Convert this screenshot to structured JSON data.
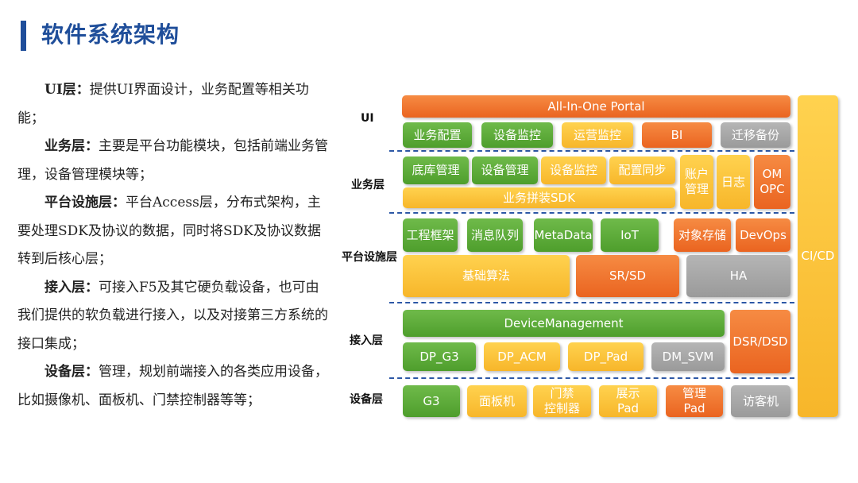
{
  "title": "软件系统架构",
  "description": [
    {
      "label": "UI层：",
      "text": "提供UI界面设计，业务配置等相关功能；"
    },
    {
      "label": "业务层：",
      "text": "主要是平台功能模块，包括前端业务管理，设备管理模块等；"
    },
    {
      "label": "平台设施层：",
      "text": "平台Access层，分布式架构，主要处理SDK及协议的数据，同时将SDK及协议数据转到后核心层；"
    },
    {
      "label": "接入层：",
      "text": "可接入F5及其它硬负载设备，也可由我们提供的软负载进行接入，以及对接第三方系统的接口集成；"
    },
    {
      "label": "设备层：",
      "text": "管理，规划前端接入的各类应用设备，比如摄像机、面板机、门禁控制器等等；"
    }
  ],
  "layers": {
    "ui": "UI",
    "business": "业务层",
    "platform": "平台设施层",
    "access": "接入层",
    "device": "设备层"
  },
  "boxes": {
    "portal": "All-In-One Portal",
    "ui_config": "业务配置",
    "ui_monitor": "设备监控",
    "ui_ops": "运营监控",
    "ui_bi": "BI",
    "ui_migrate": "迁移备份",
    "biz_base": "底库管理",
    "biz_device": "设备管理",
    "biz_monitor": "设备监控",
    "biz_sync": "配置同步",
    "biz_sdk": "业务拼装SDK",
    "biz_account_1": "账户",
    "biz_account_2": "管理",
    "biz_log": "日志",
    "biz_om_1": "OM",
    "biz_om_2": "OPC",
    "plat_framework": "工程框架",
    "plat_queue": "消息队列",
    "plat_metadata": "MetaData",
    "plat_iot": "IoT",
    "plat_storage": "对象存储",
    "plat_devops": "DevOps",
    "plat_algo": "基础算法",
    "plat_srsd": "SR/SD",
    "plat_ha": "HA",
    "acc_dm": "DeviceManagement",
    "acc_dsr": "DSR/DSD",
    "acc_g3": "DP_G3",
    "acc_acm": "DP_ACM",
    "acc_pad": "DP_Pad",
    "acc_svm": "DM_SVM",
    "dev_g3": "G3",
    "dev_panel": "面板机",
    "dev_door_1": "门禁",
    "dev_door_2": "控制器",
    "dev_show_1": "展示",
    "dev_show_2": "Pad",
    "dev_mgmt_1": "管理",
    "dev_mgmt_2": "Pad",
    "dev_visitor": "访客机",
    "cicd": "CI/CD"
  }
}
